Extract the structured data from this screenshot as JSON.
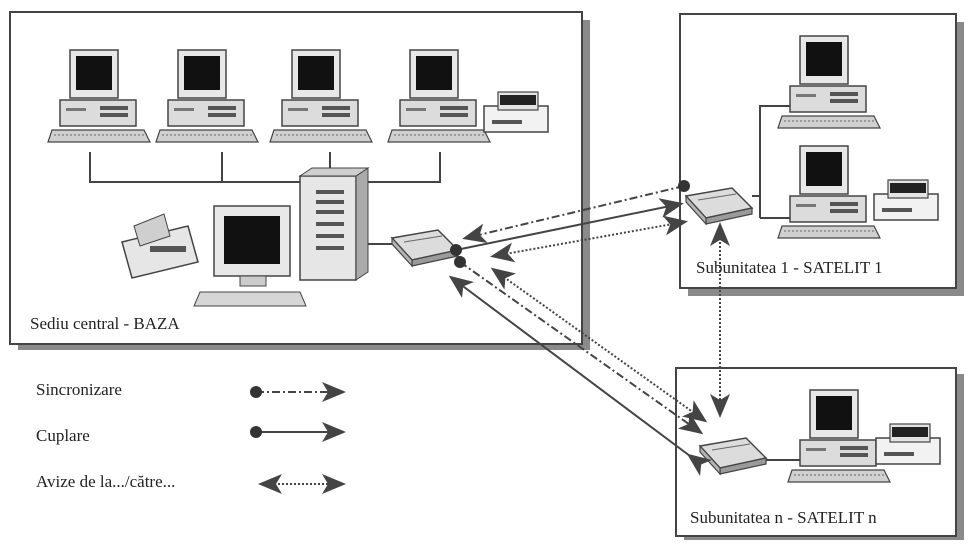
{
  "boxes": {
    "central": {
      "label": "Sediu central - BAZA"
    },
    "sat1": {
      "label": "Subunitatea 1 - SATELIT 1"
    },
    "satn": {
      "label": "Subunitatea n - SATELIT n"
    }
  },
  "legend": [
    {
      "label": "Sincronizare",
      "style": "dash-dot"
    },
    {
      "label": "Cuplare",
      "style": "solid"
    },
    {
      "label": "Avize de la.../către...",
      "style": "dotted-double"
    }
  ],
  "colors": {
    "line": "#444444",
    "shadow": "#8a8a8a",
    "screen": "#111111",
    "case": "#e6e6e6"
  }
}
